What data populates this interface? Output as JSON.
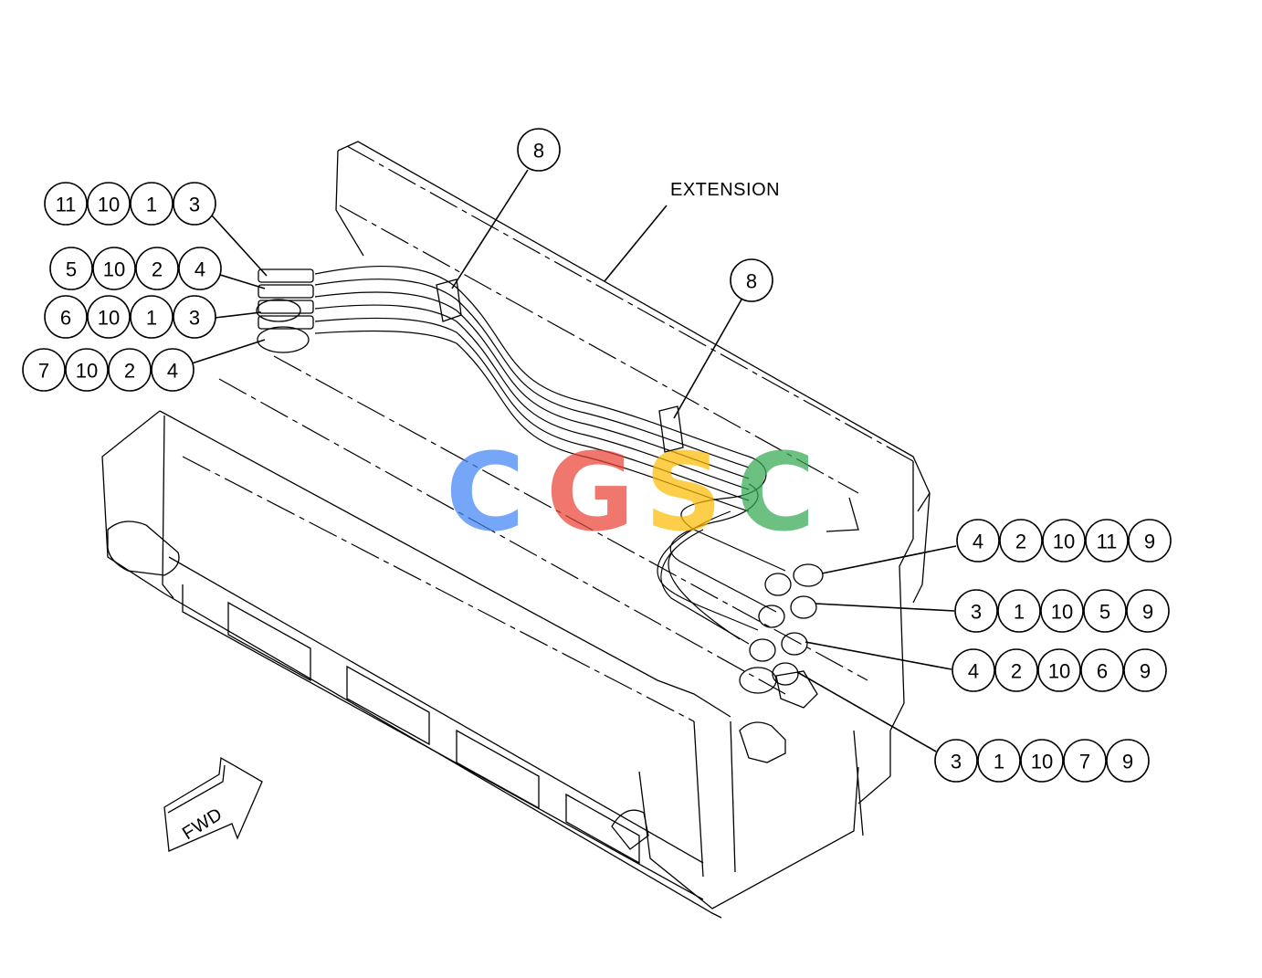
{
  "extension_label": "EXTENSION",
  "fwd_label": "FWD",
  "watermark": {
    "letters": [
      "C",
      "G",
      "S",
      "C"
    ],
    "colors": [
      "#4285f4",
      "#ea4335",
      "#fbbc05",
      "#34a853"
    ]
  },
  "callouts": {
    "left_row_1": [
      "11",
      "10",
      "1",
      "3"
    ],
    "left_row_2": [
      "5",
      "10",
      "2",
      "4"
    ],
    "left_row_3": [
      "6",
      "10",
      "1",
      "3"
    ],
    "left_row_4": [
      "7",
      "10",
      "2",
      "4"
    ],
    "clamp_top": [
      "8"
    ],
    "clamp_mid": [
      "8"
    ],
    "right_row_1": [
      "4",
      "2",
      "10",
      "11",
      "9"
    ],
    "right_row_2": [
      "3",
      "1",
      "10",
      "5",
      "9"
    ],
    "right_row_3": [
      "4",
      "2",
      "10",
      "6",
      "9"
    ],
    "right_row_4": [
      "3",
      "1",
      "10",
      "7",
      "9"
    ]
  }
}
